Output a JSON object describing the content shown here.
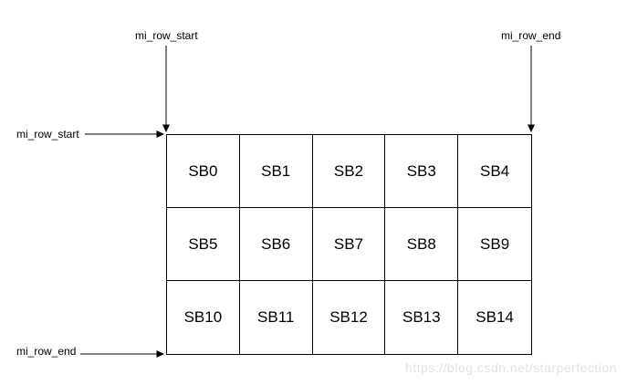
{
  "background": "#ffffff",
  "colors": {
    "line": "#000000",
    "text": "#000000",
    "watermark": "#e2e2e2"
  },
  "labels": {
    "top_start": "mi_row_start",
    "top_end": "mi_row_end",
    "left_start": "mi_row_start",
    "bottom_end": "mi_row_end"
  },
  "grid": {
    "columns": 5,
    "rows": 3,
    "cells": [
      "SB0",
      "SB1",
      "SB2",
      "SB3",
      "SB4",
      "SB5",
      "SB6",
      "SB7",
      "SB8",
      "SB9",
      "SB10",
      "SB11",
      "SB12",
      "SB13",
      "SB14"
    ]
  },
  "watermark": {
    "text": "https://blog.csdn.net/starperfection"
  }
}
